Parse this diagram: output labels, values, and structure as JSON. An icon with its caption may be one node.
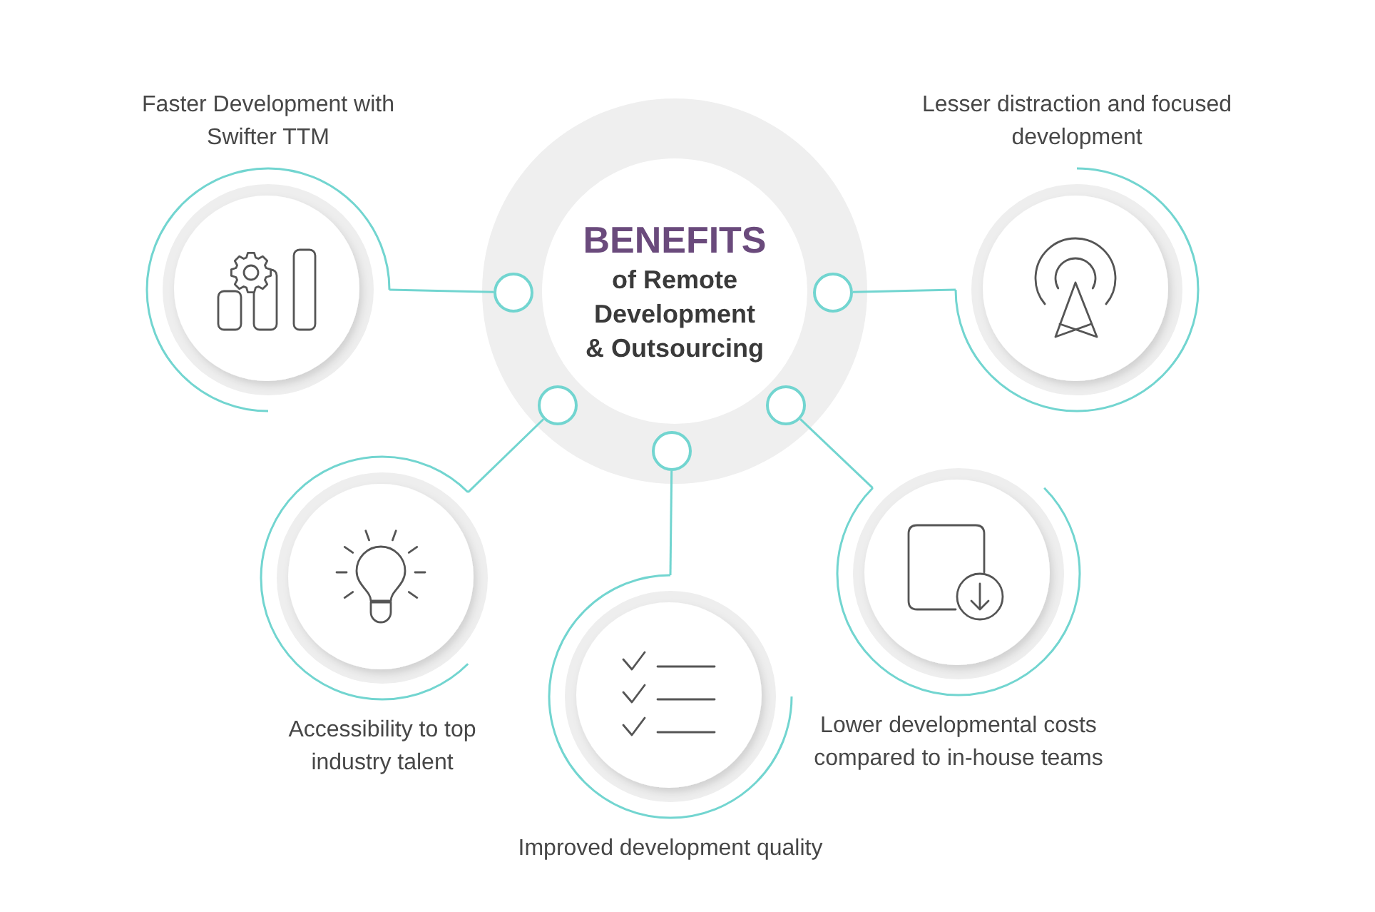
{
  "diagram": {
    "nodes": [
      {
        "text": [
          "Faster Development with Swifter TTM"
        ]
      },
      {
        "text": [
          "BENEFITS",
          "of Remote Development & Outsourcing"
        ]
      },
      {
        "text": [],
        "shape": "circle",
        "in": 1
      },
      {
        "text": [],
        "shape": "circle",
        "in": 1
      },
      {
        "text": [],
        "shape": "circle",
        "in": 1
      },
      {
        "text": [],
        "shape": "circle",
        "in": 1
      },
      {
        "text": [],
        "shape": "circle",
        "in": 1
      },
      {
        "text": [
          "Lesser distraction and focused development"
        ]
      },
      {
        "text": [
          "Accessibility to top industry talent"
        ]
      },
      {
        "text": [
          "Improved development quality"
        ]
      },
      {
        "text": [
          "Lower developmental costs compared to in-house teams"
        ]
      }
    ],
    "edges": [
      {
        "from": 2,
        "to": 0,
        "arrow": "none"
      },
      {
        "from": 3,
        "to": 7,
        "arrow": "none"
      },
      {
        "from": 4,
        "to": 8,
        "arrow": "none"
      },
      {
        "from": 5,
        "to": 9,
        "arrow": "none"
      },
      {
        "from": 6,
        "to": 10,
        "arrow": "none"
      }
    ]
  }
}
